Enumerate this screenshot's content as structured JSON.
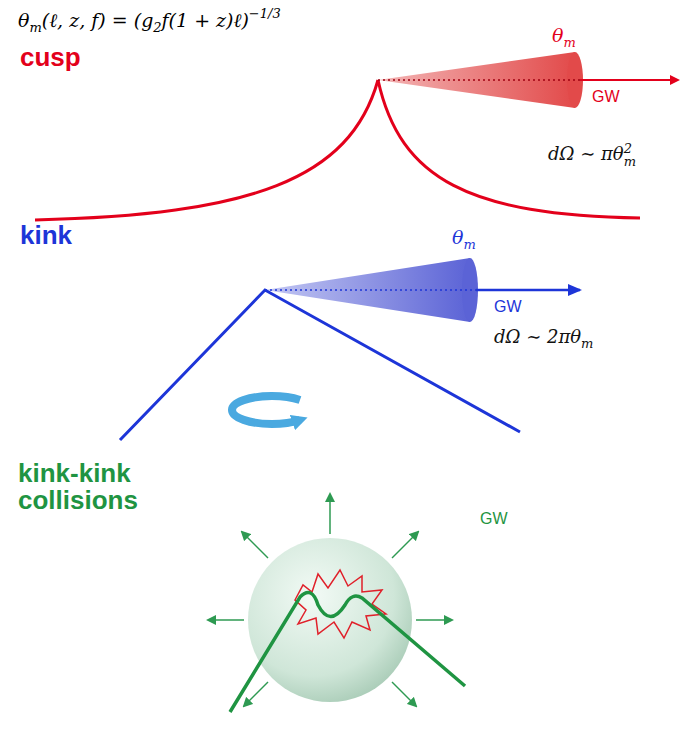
{
  "diagram": {
    "labels": [
      "θ",
      "m",
      "(ℓ, z, f) = (g",
      "2",
      "f(1 + z)ℓ)",
      "−1/3",
      "cusp",
      "θ",
      "m",
      "GW",
      "dΩ ∼ πθ",
      "m",
      "2",
      "kink",
      "θ",
      "m",
      "GW",
      "dΩ ∼ 2πθ",
      "m",
      "kink-kink collisions",
      "GW"
    ]
  }
}
